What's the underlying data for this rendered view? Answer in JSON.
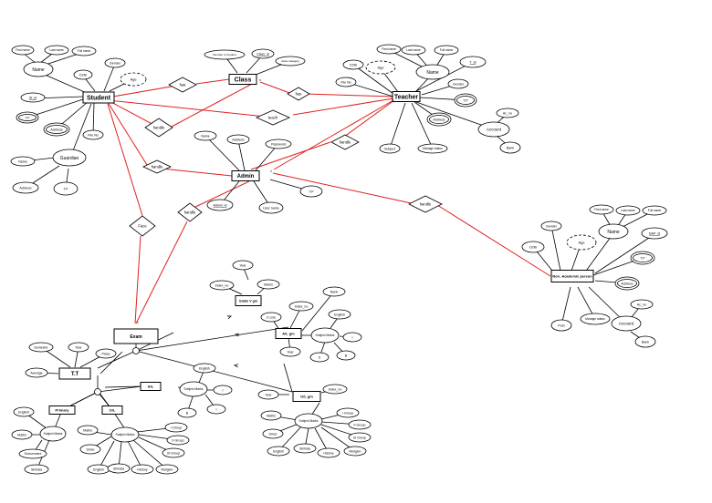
{
  "entities": {
    "student": "Student",
    "class": "Class",
    "teacher": "Teacher",
    "admin": "Admin",
    "exam": "Exam",
    "tt": "T.T",
    "al": "A/L",
    "ol": "O/L",
    "primary": "Primary",
    "al_gm": "A/L gm",
    "ol_gm": "O/L gm",
    "grade_v": "Grade V gm",
    "nonacad": "Non_Academic person"
  },
  "relations": {
    "has1": "has",
    "has2": "has",
    "teach": "teach",
    "handle1": "handle",
    "handle2": "handle",
    "handle3": "handle",
    "handle4": "handle",
    "handle5": "handle",
    "face": "Face"
  },
  "attributes": {
    "stu_first": "First name",
    "stu_last": "Last name",
    "stu_full": "Full name",
    "stu_name": "Name",
    "stu_dob": "DOB",
    "stu_gender": "Gender",
    "stu_age": "Age",
    "stu_id": "St_id",
    "stu_tp": "T.P",
    "stu_address": "Address",
    "stu_fileno": "File No",
    "guardian": "Guardian",
    "g_name": "Name",
    "g_address": "Address",
    "g_tp": "T.P",
    "cls_num": "Number of student",
    "cls_id": "Class_id",
    "cls_cat": "class catagory",
    "t_first": "First name",
    "t_last": "Last name",
    "t_full": "Full name",
    "t_name": "Name",
    "t_id": "T_id",
    "t_dob": "DOB",
    "t_age": "Age",
    "t_gender": "Gender",
    "t_fileno": "File No",
    "t_tp": "T.P",
    "t_address": "Address",
    "t_subject": "Subject",
    "t_manage": "Manage status",
    "t_account": "Account",
    "t_acno": "Ac_no",
    "t_bank": "Bank",
    "a_name": "Name",
    "a_address": "Address",
    "a_password": "Password",
    "a_id": "Admin_id",
    "a_user": "User name",
    "a_tp": "T.P",
    "n_first": "First name",
    "n_last": "Last name",
    "n_full": "Full name",
    "n_name": "Name",
    "n_gender": "Gender",
    "n_dob": "DOB",
    "n_age": "Age",
    "n_id": "NAP_id",
    "n_tp": "T.P",
    "n_address": "Address",
    "n_account": "Account",
    "n_acno": "Ac_no",
    "n_bank": "Bank",
    "n_post": "Post",
    "n_manage": "Manage status",
    "gv_year": "Year",
    "gv_index": "Index_no",
    "gv_marks": "Marks",
    "alg_index": "Index_no",
    "alg_rank": "Rank",
    "alg_zcore": "Z core",
    "alg_year": "Year",
    "alg_sm": "Subject Marks",
    "alg_english": "English",
    "alg_s": "S",
    "alg_b": "B",
    "alg_i": "I",
    "olg_year": "Year",
    "olg_index": "Index_no",
    "olg_sm": "Subject Marks",
    "olg_maths": "Maths",
    "olg_since": "Since",
    "olg_english": "English",
    "olg_sinhala": "Sinhala",
    "olg_history": "History",
    "olg_religion": "Religion",
    "olg_igroup": "III Group",
    "olg_iigroup": "II Group",
    "olg_igroup1": "I Group",
    "tt_semester": "Semester",
    "tt_year": "Year",
    "tt_place": "Place",
    "tt_average": "Average",
    "al_english": "English",
    "al_sm": "Subject Marks",
    "al_s": "S",
    "al_i": "I",
    "al_b": "B",
    "pr_english": "English",
    "pr_maths": "Maths",
    "pr_sm": "Subject Marks",
    "pr_env": "Enviornment",
    "pr_sinhala": "Sinhala",
    "ol_maths": "Maths",
    "ol_since": "Since",
    "ol_sm": "Subject Marks",
    "ol_english": "English",
    "ol_sinhala": "Sinhala",
    "ol_history": "History",
    "ol_religion": "Religion",
    "ol_igroup": "III Group",
    "ol_iigroup": "II Group",
    "ol_igroup1": "I Group"
  },
  "cardinality": {
    "c1": "1",
    "c2": "n",
    "c3": "1",
    "c4": "1"
  },
  "colors": {
    "relationship_line": "#e02020",
    "line": "#000000",
    "ink": "#000000"
  }
}
